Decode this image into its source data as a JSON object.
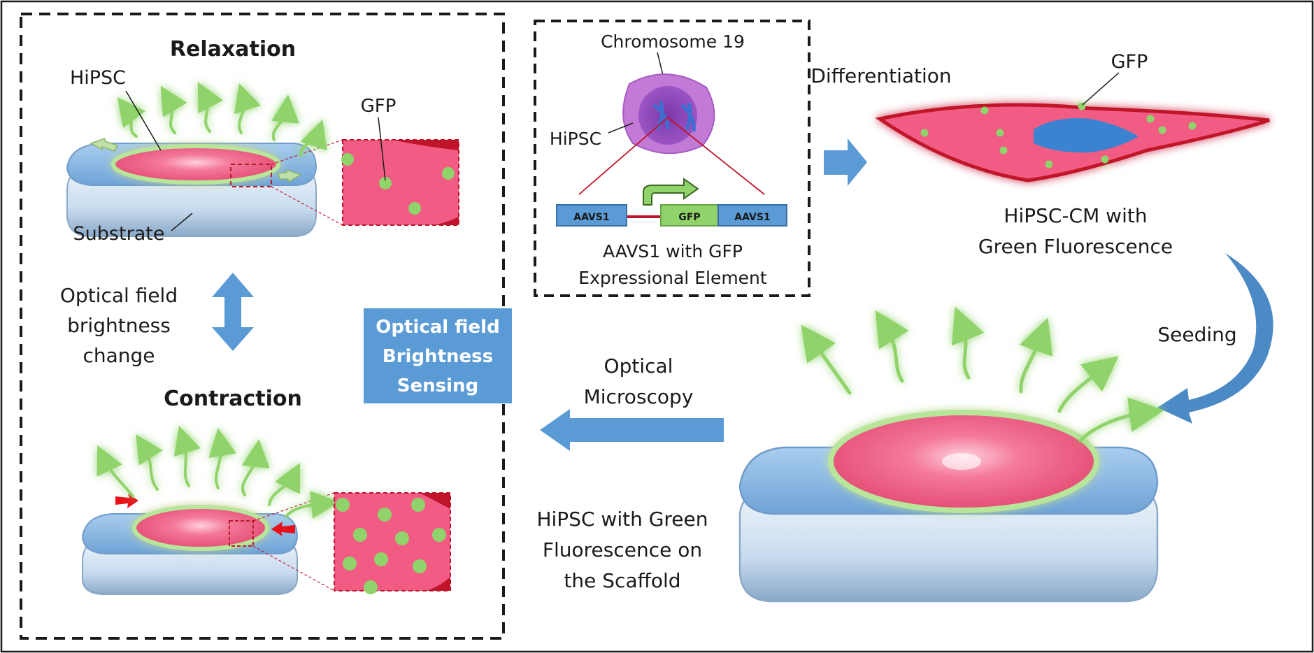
{
  "left_panel": {
    "relaxation_title": "Relaxation",
    "contraction_title": "Contraction",
    "hipsc_label": "HiPSC",
    "substrate_label": "Substrate",
    "gfp_label": "GFP",
    "brightness_change_lines": [
      "Optical field",
      "brightness",
      "change"
    ]
  },
  "sensing_box": {
    "lines": [
      "Optical field",
      "Brightness",
      "Sensing"
    ],
    "fill_color": "#5b9bd5"
  },
  "construct_panel": {
    "chromosome_label": "Chromosome 19",
    "hipsc_label": "HiPSC",
    "segments": [
      "AAVS1",
      "GFP",
      "AAVS1"
    ],
    "caption_lines": [
      "AAVS1 with GFP",
      "Expressional Element"
    ]
  },
  "cardiomyocyte": {
    "differentiation_label": "Differentiation",
    "gfp_label": "GFP",
    "caption_lines": [
      "HiPSC-CM with",
      "Green Fluorescence"
    ]
  },
  "seeding_label": "Seeding",
  "microscopy_lines": [
    "Optical",
    "Microscopy"
  ],
  "scaffold_caption_lines": [
    "HiPSC with Green",
    "Fluorescence on",
    "the Scaffold"
  ],
  "colors": {
    "cell_pink": "#f25c84",
    "gfp_green": "#8fd36a",
    "arrow_blue": "#5b9bd5",
    "substrate_blue": "#9cc3e6",
    "membrane_red": "#c0142a"
  }
}
